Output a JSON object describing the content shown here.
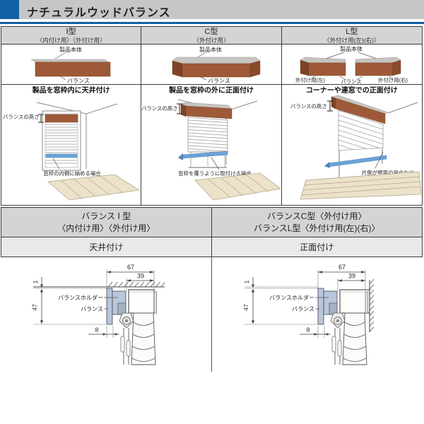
{
  "header": {
    "title": "ナチュラルウッドバランス"
  },
  "colors": {
    "accent_blue": "#1160a6",
    "wood_brown": "#9e5a38",
    "rail_blue": "#6ba3d6",
    "holder_blue": "#b7c6d8"
  },
  "top_table": {
    "columns": [
      {
        "type": "Ⅰ型",
        "usage": "〈内付け用〉〈外付け用〉",
        "product_body_label": "製品本体",
        "valance_label": "バランス",
        "caption": "製品を窓枠内に天井付け",
        "height_label": "バランスの高さ",
        "note": "窓枠の内側に納める場合"
      },
      {
        "type": "C型",
        "usage": "〈外付け用〉",
        "product_body_label": "製品本体",
        "valance_label": "バランス",
        "caption": "製品を窓枠の外に正面付け",
        "height_label": "バランスの高さ",
        "note": "窓枠を覆うように取付ける場合"
      },
      {
        "type": "L型",
        "usage": "〈外付け用(左)(右)〉",
        "product_body_label": "製品本体",
        "valance_label": "バランス",
        "left_piece_label": "外付け用(左)",
        "right_piece_label": "外付け用(右)",
        "caption": "コーナーや連窓での正面付け",
        "height_label": "バランスの高さ",
        "note": "片側が壁面の場合など"
      }
    ]
  },
  "bottom_table": {
    "sections": [
      {
        "title_line1": "バランス Ⅰ 型",
        "title_line2": "〈内付け用〉〈外付け用〉",
        "mounting": "天井付け",
        "labels": {
          "holder": "バランスホルダー",
          "valance": "バランス"
        },
        "dimensions": {
          "total_depth": "67",
          "mechanism_depth": "39",
          "top_clearance": "1",
          "valance_height": "47",
          "front_offset": "8"
        }
      },
      {
        "title_line1": "バランスC型〈外付け用〉",
        "title_line2": "バランスL型〈外付け用(左)(右)〉",
        "mounting": "正面付け",
        "labels": {
          "holder": "バランスホルダー",
          "valance": "バランス"
        },
        "dimensions": {
          "total_depth": "67",
          "mechanism_depth": "39",
          "top_clearance": "1",
          "valance_height": "47",
          "front_offset": "8"
        }
      }
    ]
  }
}
